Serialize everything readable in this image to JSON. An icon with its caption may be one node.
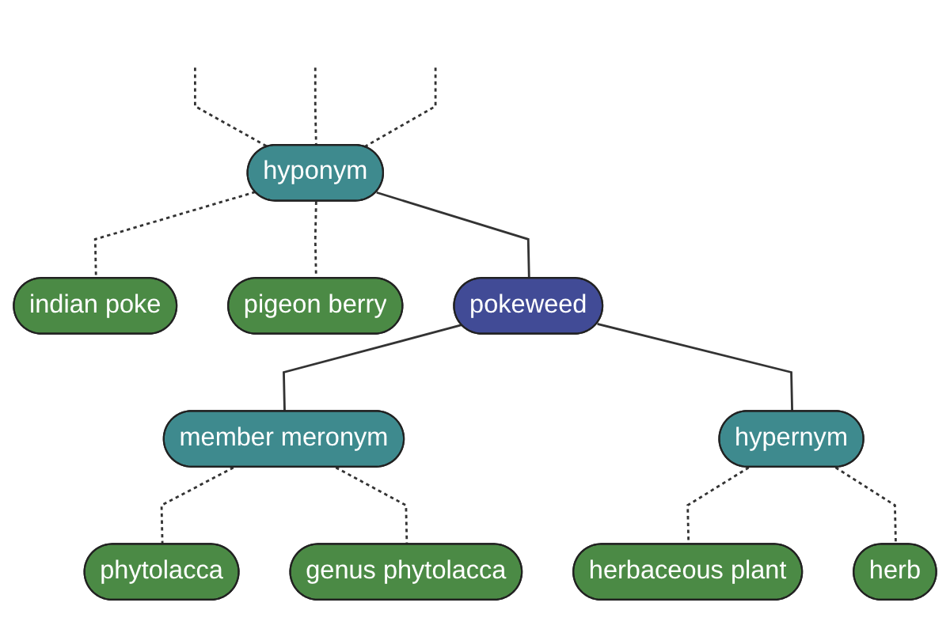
{
  "diagram": {
    "nodes": [
      {
        "text": [
          "hyponym"
        ]
      },
      {
        "text": [
          "indian poke"
        ]
      },
      {
        "text": [
          "pigeon berry"
        ]
      },
      {
        "text": [
          "genus phytolacca"
        ]
      },
      {
        "text": [
          "phytolacca"
        ]
      },
      {
        "text": [
          "member meronym"
        ]
      },
      {
        "text": [
          "herbaceous plant"
        ]
      },
      {
        "text": [
          "herb"
        ]
      },
      {
        "text": [
          "pokeweed"
        ]
      },
      {
        "text": [
          "hypernym"
        ]
      }
    ],
    "edges": [
      {
        "from": null,
        "to": 0,
        "arrow": "none",
        "style": "dashed"
      },
      {
        "from": null,
        "to": 0,
        "arrow": "none",
        "style": "dashed"
      },
      {
        "from": null,
        "to": 0,
        "arrow": "none",
        "style": "dashed"
      },
      {
        "from": 0,
        "to": 1,
        "arrow": "none",
        "style": "dashed"
      },
      {
        "from": 0,
        "to": 2,
        "arrow": "none",
        "style": "dashed"
      },
      {
        "from": 0,
        "to": 8,
        "arrow": "none"
      },
      {
        "from": 8,
        "to": 5,
        "arrow": "none"
      },
      {
        "from": 8,
        "to": 9,
        "arrow": "none"
      },
      {
        "from": 5,
        "to": 4,
        "arrow": "none",
        "style": "dashed"
      },
      {
        "from": 5,
        "to": 3,
        "arrow": "none",
        "style": "dashed"
      },
      {
        "from": 9,
        "to": 6,
        "arrow": "none",
        "style": "dashed"
      },
      {
        "from": 9,
        "to": 7,
        "arrow": "none",
        "style": "dashed"
      }
    ]
  }
}
